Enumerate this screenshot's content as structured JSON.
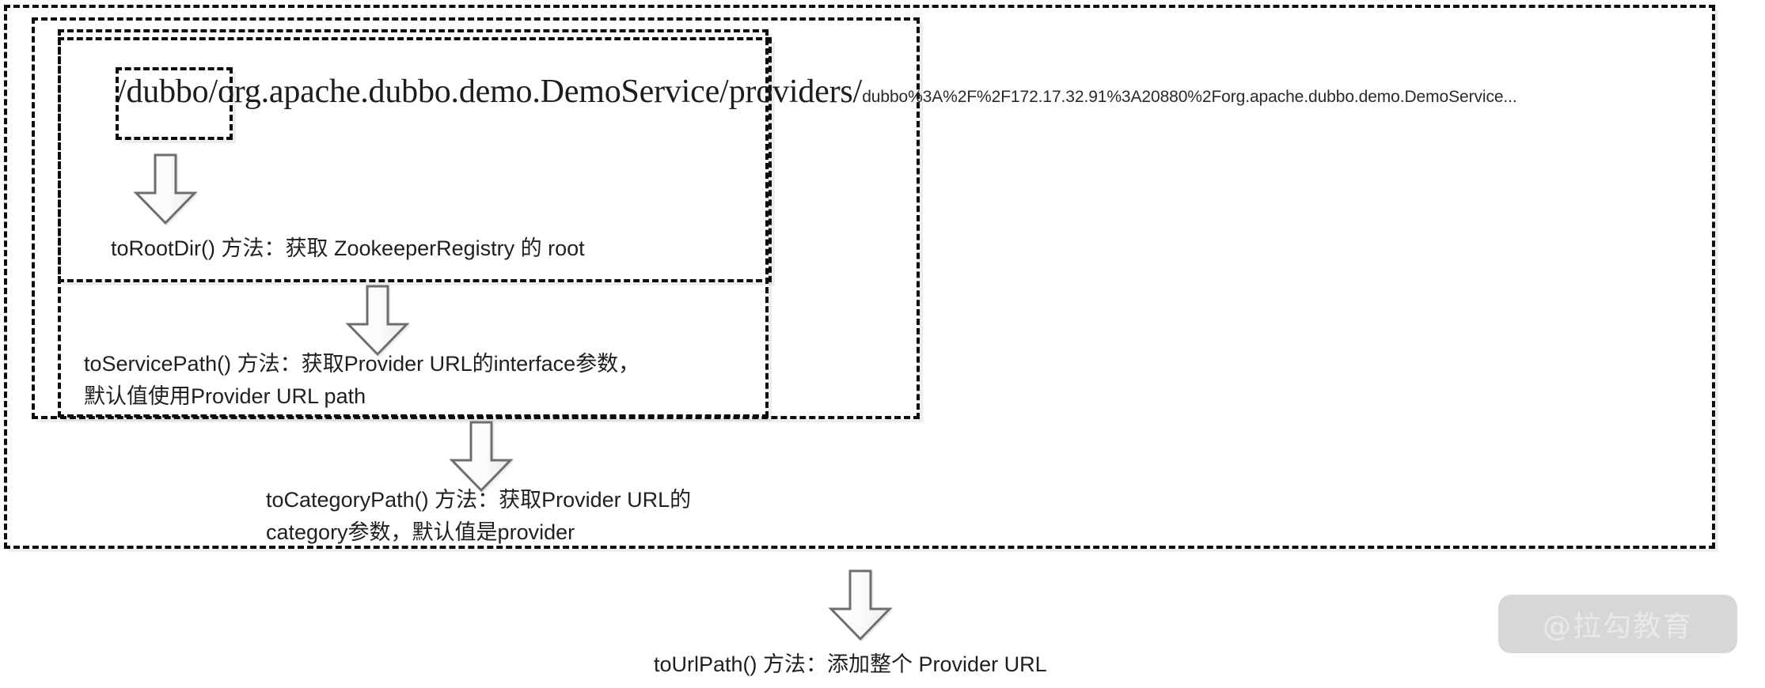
{
  "diagram": {
    "title": "Dubbo ZookeeperRegistry provider path construction",
    "url_path": {
      "segments": [
        {
          "id": "root",
          "text": "/dubbo/"
        },
        {
          "id": "service",
          "text": "org.apache.dubbo.demo.DemoService"
        },
        {
          "id": "separator1",
          "text": "/"
        },
        {
          "id": "category",
          "text": "providers"
        },
        {
          "id": "separator2",
          "text": "/"
        }
      ],
      "encoded_url": "dubbo%3A%2F%2F172.17.32.91%3A20880%2Forg.apache.dubbo.demo.DemoService..."
    },
    "notes": [
      {
        "id": "to-root-dir",
        "text": "toRootDir() 方法：获取 ZookeeperRegistry 的 root"
      },
      {
        "id": "to-service-path",
        "text": "toServicePath() 方法：获取Provider URL的interface参数，\n默认值使用Provider URL path"
      },
      {
        "id": "to-category-path",
        "text": "toCategoryPath() 方法：获取Provider URL的\ncategory参数，默认值是provider"
      },
      {
        "id": "to-url-path",
        "text": "toUrlPath() 方法：添加整个 Provider URL"
      }
    ],
    "arrows": [
      {
        "id": "arrow-to-root-dir",
        "name": "down-arrow-icon"
      },
      {
        "id": "arrow-to-service-path",
        "name": "down-arrow-icon"
      },
      {
        "id": "arrow-to-category-path",
        "name": "down-arrow-icon"
      },
      {
        "id": "arrow-to-url-path",
        "name": "down-arrow-icon"
      }
    ],
    "watermark": {
      "text": "@拉勾教育"
    },
    "colors": {
      "dash_stroke": "#0d0d0d",
      "arrow_stroke": "#6e6e6e",
      "arrow_fill": "#f7f7f7",
      "text": "#1d1d1d",
      "watermark_bg": "#d7d7d7",
      "watermark_text": "#e9e9e9",
      "background": "#ffffff"
    }
  }
}
